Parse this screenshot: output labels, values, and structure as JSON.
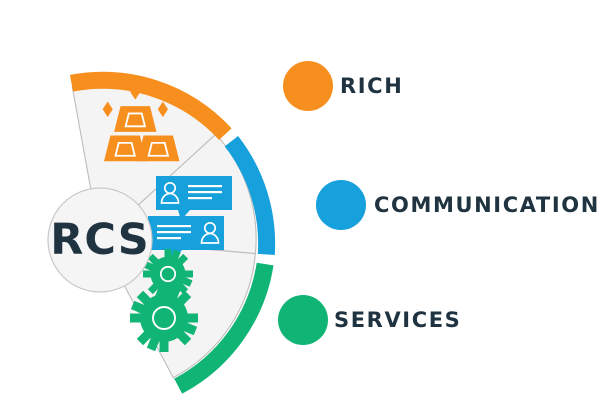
{
  "graphic": {
    "type": "fan-segment-infographic",
    "center_badge": {
      "text": "RCS",
      "text_color": "#1f3340",
      "fill": "#f5f5f5",
      "stroke": "#c9c9c9"
    },
    "segments": [
      {
        "key": "rich",
        "label": "RICH",
        "color": "#f78f1e",
        "icon": "gold-bars-icon",
        "segment_fill": "#f4f4f4"
      },
      {
        "key": "communication",
        "label": "COMMUNICATION",
        "color": "#16a0dc",
        "icon": "chat-bubbles-icon",
        "segment_fill": "#f4f4f4"
      },
      {
        "key": "services",
        "label": "SERVICES",
        "color": "#10b474",
        "icon": "gears-icon",
        "segment_fill": "#f4f4f4"
      }
    ]
  },
  "legend": {
    "items": [
      {
        "label": "RICH",
        "color": "#f78f1e",
        "dot": "orange-dot"
      },
      {
        "label": "COMMUNICATION",
        "color": "#16a0dc",
        "dot": "blue-dot"
      },
      {
        "label": "SERVICES",
        "color": "#10b474",
        "dot": "green-dot"
      }
    ]
  },
  "palette": {
    "orange": "#f78f1e",
    "blue": "#16a0dc",
    "green": "#10b474",
    "text_dark": "#1f3340",
    "segment_fill": "#f4f4f4",
    "segment_stroke": "#bdbdbd",
    "background": "#ffffff"
  }
}
